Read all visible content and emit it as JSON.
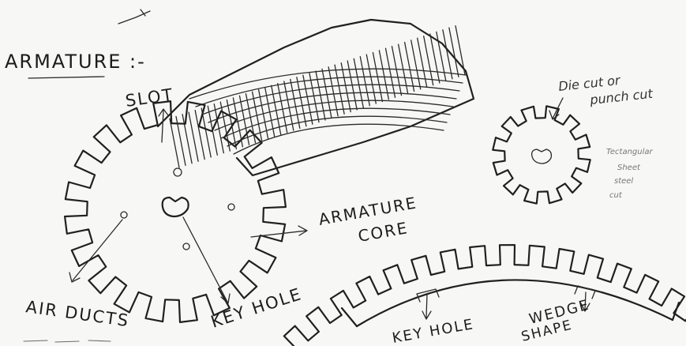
{
  "labels": {
    "heading": "ARMATURE :-",
    "slot": "SLOT",
    "armature_core_line1": "ARMATURE",
    "armature_core_line2": "CORE",
    "air_ducts": "AIR DUCTS",
    "key_hole_main": "KEY HOLE",
    "die_cut_line1": "Die cut or",
    "die_cut_line2": "punch cut",
    "key_hole_segment": "KEY HOLE",
    "wedge_shape_line1": "WEDGE",
    "wedge_shape_line2": "SHAPE",
    "faint_note_line1": "Tectangular",
    "faint_note_line2": "Sheet",
    "faint_note_line3": "steel",
    "faint_note_line4": "cut"
  }
}
